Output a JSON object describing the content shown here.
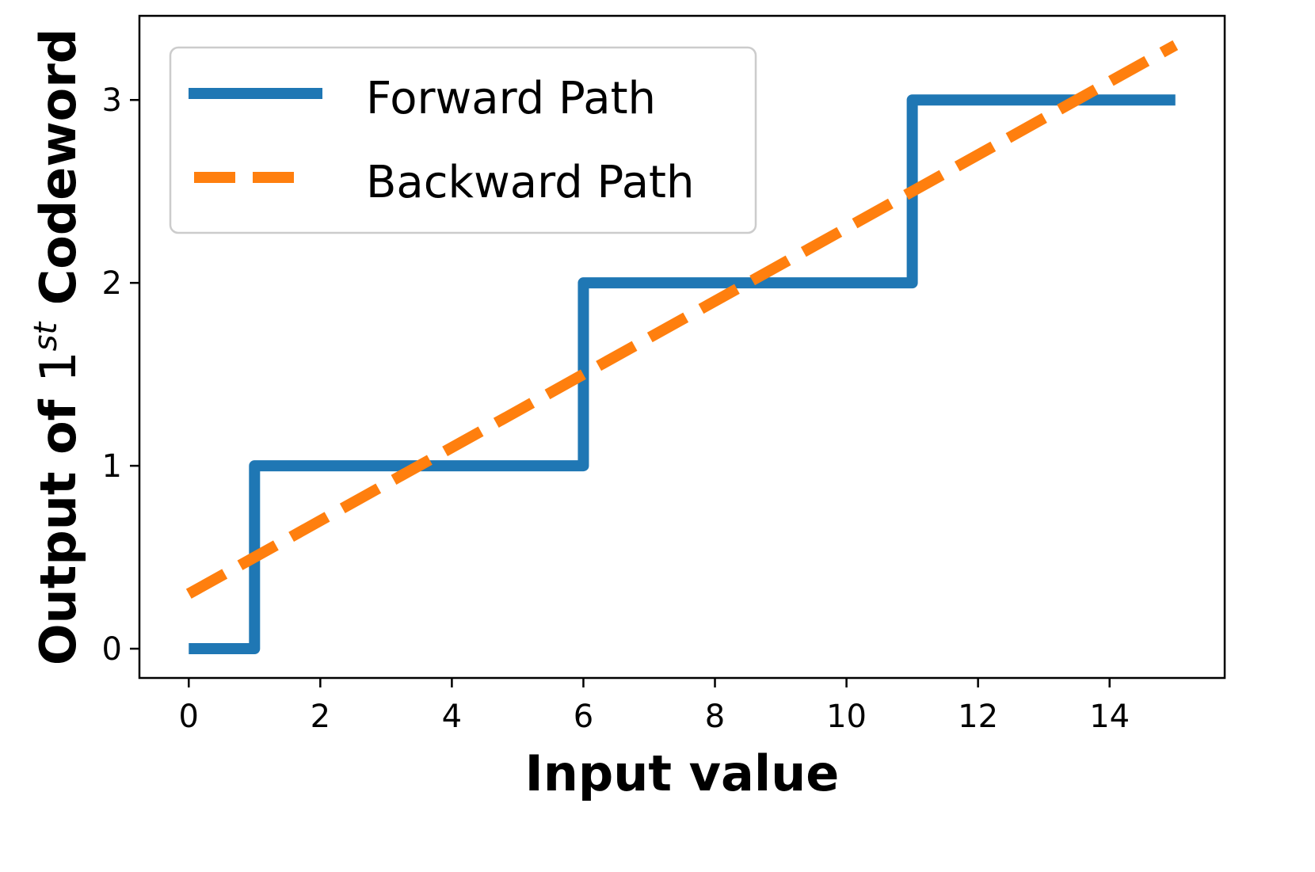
{
  "chart_data": {
    "type": "line",
    "title": "",
    "xlabel": "Input value",
    "ylabel_parts": {
      "prefix": "Output of",
      "number": "1",
      "superscript": "st",
      "suffix": "Codeword"
    },
    "xlim": [
      -0.75,
      15.75
    ],
    "ylim": [
      -0.16,
      3.46
    ],
    "xticks": [
      0,
      2,
      4,
      6,
      8,
      10,
      12,
      14
    ],
    "xtick_labels": [
      "0",
      "2",
      "4",
      "6",
      "8",
      "10",
      "12",
      "14"
    ],
    "yticks": [
      0,
      1,
      2,
      3
    ],
    "ytick_labels": [
      "0",
      "1",
      "2",
      "3"
    ],
    "grid": false,
    "legend_position": "top-left",
    "series": [
      {
        "name": "Forward Path",
        "style": "solid-step",
        "color": "#1f77b4",
        "x": [
          0,
          1,
          2,
          3,
          4,
          5,
          6,
          7,
          8,
          9,
          10,
          11,
          12,
          13,
          14,
          15
        ],
        "y": [
          0,
          1,
          1,
          1,
          1,
          1,
          2,
          2,
          2,
          2,
          2,
          3,
          3,
          3,
          3,
          3
        ]
      },
      {
        "name": "Backward Path",
        "style": "dashed",
        "color": "#ff7f0e",
        "x": [
          0,
          15
        ],
        "y": [
          0.3,
          3.3
        ]
      }
    ]
  }
}
